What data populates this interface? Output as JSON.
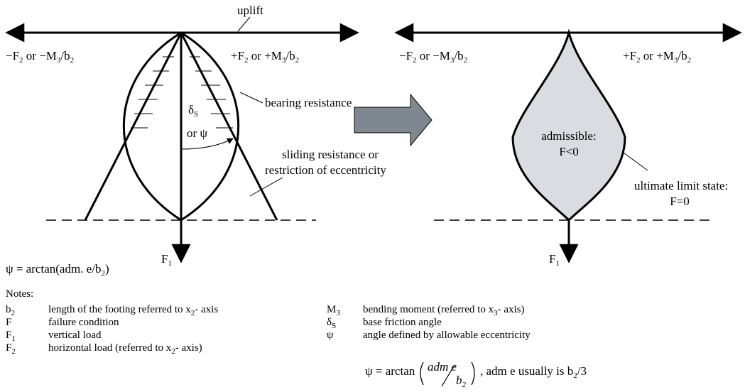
{
  "left": {
    "uplift": "uplift",
    "neg": {
      "a": "−F",
      "s1": "2",
      "b": " or −M",
      "s2": "3",
      "c": "/b",
      "s3": "2"
    },
    "pos": {
      "a": "+F",
      "s1": "2",
      "b": " or +M",
      "s2": "3",
      "c": "/b",
      "s3": "2"
    },
    "bearing": "bearing resistance",
    "delta": "δ",
    "delta_sub": "S",
    "or_psi": "or ψ",
    "sliding1": "sliding resistance or",
    "sliding2": "restriction of eccentricity",
    "f1": "F",
    "f1_sub": "1"
  },
  "right": {
    "neg": {
      "a": "−F",
      "s1": "2",
      "b": " or −M",
      "s2": "3",
      "c": "/b",
      "s3": "2"
    },
    "pos": {
      "a": "+F",
      "s1": "2",
      "b": " or +M",
      "s2": "3",
      "c": "/b",
      "s3": "2"
    },
    "admissible1": "admissible:",
    "admissible2": "F<0",
    "uls1": "ultimate limit state:",
    "uls2": "F=0",
    "f1": "F",
    "f1_sub": "1"
  },
  "psi_formula": {
    "a": "ψ = arctan(adm. e/b",
    "sub": "2",
    "b": ")"
  },
  "notes": {
    "title": "Notes:",
    "left": [
      {
        "sym": "b",
        "sub": "2",
        "desc": "length of the footing referred to x",
        "dsub": "2",
        "desc2": "- axis"
      },
      {
        "sym": "F",
        "sub": "",
        "desc": "failure condition",
        "dsub": "",
        "desc2": ""
      },
      {
        "sym": "F",
        "sub": "1",
        "desc": "vertical load",
        "dsub": "",
        "desc2": ""
      },
      {
        "sym": "F",
        "sub": "2",
        "desc": "horizontal load (referred to x",
        "dsub": "2",
        "desc2": "- axis)"
      }
    ],
    "right": [
      {
        "sym": "M",
        "sub": "3",
        "desc": "bending moment (referred to x",
        "dsub": "3",
        "desc2": "- axis)"
      },
      {
        "sym": "δ",
        "sub": "S",
        "desc": "base friction angle",
        "dsub": "",
        "desc2": ""
      },
      {
        "sym": "ψ",
        "sub": "",
        "desc": "angle defined by allowable eccentricity",
        "dsub": "",
        "desc2": ""
      }
    ],
    "formula": {
      "psi": "ψ = arctan",
      "num": "adm e",
      "den": "b",
      "den_sub": "2",
      "tail": ", adm e usually is b",
      "tail_sub": "2",
      "tail2": "/3"
    }
  },
  "colors": {
    "ink": "#000000",
    "fill": "#d9dce0",
    "arrow": "#7f8890"
  }
}
